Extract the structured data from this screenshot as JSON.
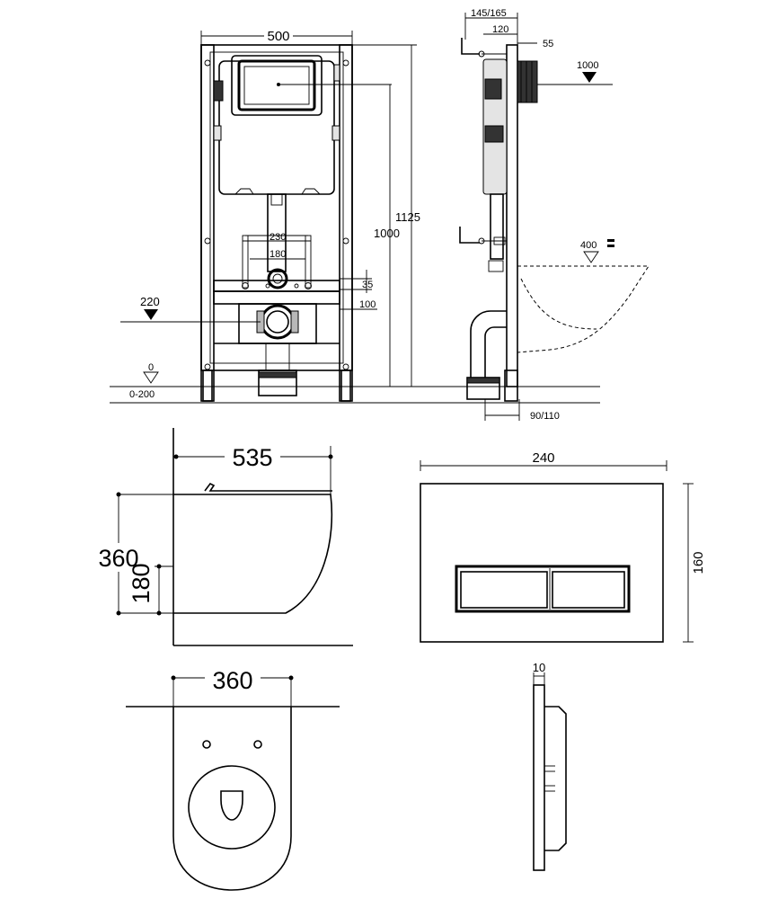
{
  "frame_front": {
    "width": "500",
    "height_total": "1125",
    "height_outlet": "1000",
    "bolt_spacing_outer": "230",
    "bolt_spacing_inner": "180",
    "offset_35": "35",
    "offset_100": "100",
    "level_220": "220",
    "level_0": "0",
    "floor_adjust": "0-200"
  },
  "frame_side": {
    "depth_range": "145/165",
    "depth_120": "120",
    "depth_55": "55",
    "level_1000": "1000",
    "level_400": "400",
    "pipe_offset": "90/110"
  },
  "bowl_side": {
    "length": "535",
    "height": "360",
    "outlet_height": "180"
  },
  "flush_plate": {
    "width": "240",
    "height": "160",
    "thickness": "10"
  },
  "bowl_top": {
    "width": "360"
  }
}
